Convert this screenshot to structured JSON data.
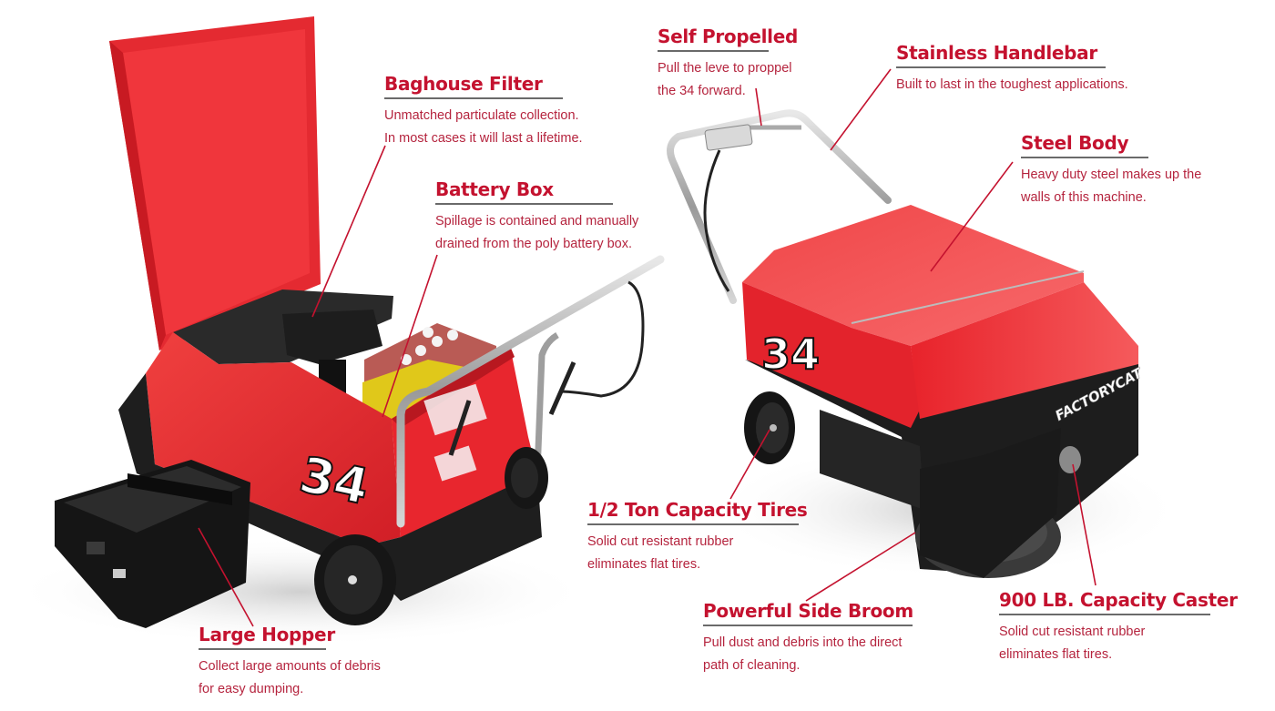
{
  "accent_color": "#c4122f",
  "rule_color": "#6a6a6a",
  "machine": {
    "number": "34",
    "brand": "FACTORYCAT"
  },
  "callouts": [
    {
      "id": "baghouse-filter",
      "title": "Baghouse Filter",
      "lines": [
        "Unmatched particulate collection.",
        "In most cases it will last a lifetime."
      ]
    },
    {
      "id": "battery-box",
      "title": "Battery Box",
      "lines": [
        "Spillage is contained and manually",
        "drained from the poly battery box."
      ]
    },
    {
      "id": "large-hopper",
      "title": "Large Hopper",
      "lines": [
        "Collect large amounts of debris",
        " for easy dumping."
      ]
    },
    {
      "id": "self-propelled",
      "title": "Self Propelled",
      "lines": [
        "Pull the leve to proppel",
        "the 34 forward."
      ]
    },
    {
      "id": "stainless-handlebar",
      "title": "Stainless Handlebar",
      "lines": [
        "Built to last in the toughest applications."
      ]
    },
    {
      "id": "steel-body",
      "title": "Steel Body",
      "lines": [
        "Heavy duty steel makes up the",
        "walls of this machine."
      ]
    },
    {
      "id": "capacity-tires",
      "title": "1/2 Ton Capacity Tires",
      "lines": [
        "Solid cut resistant rubber",
        "eliminates flat tires."
      ]
    },
    {
      "id": "side-broom",
      "title": "Powerful Side Broom",
      "lines": [
        "Pull dust and debris into the direct",
        "path of cleaning."
      ]
    },
    {
      "id": "capacity-caster",
      "title": "900 LB. Capacity Caster",
      "lines": [
        "Solid cut resistant rubber",
        "eliminates flat tires."
      ]
    }
  ]
}
